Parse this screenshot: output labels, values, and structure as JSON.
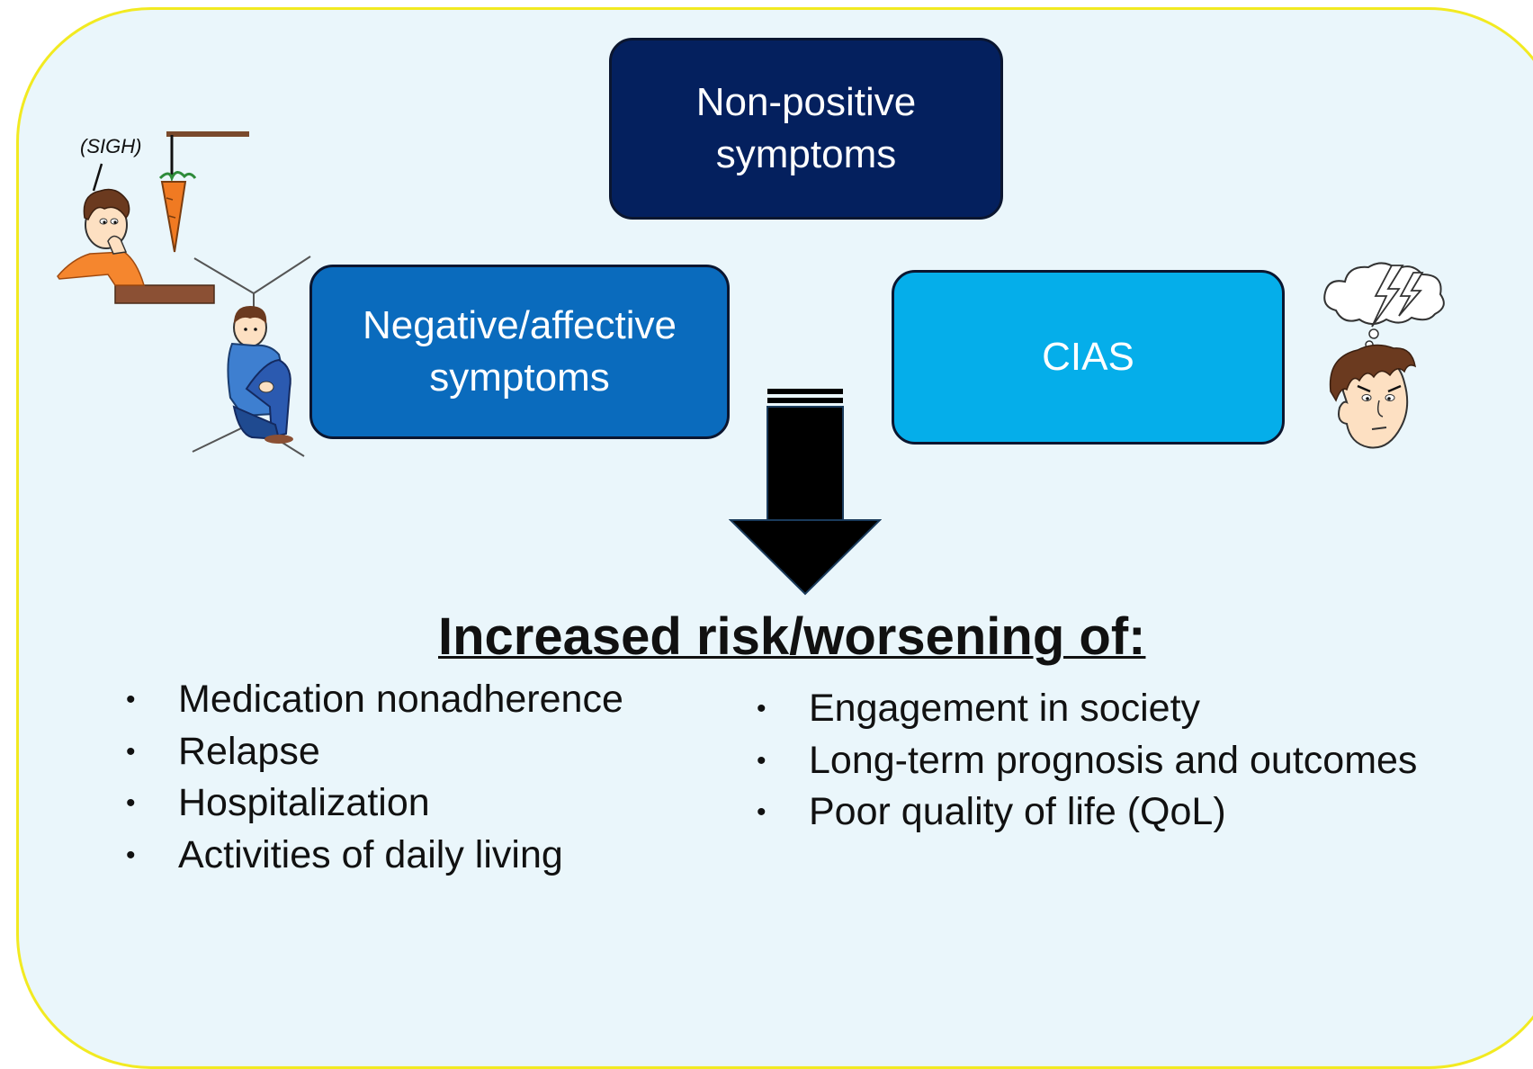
{
  "boxes": {
    "non_positive": "Non-positive\nsymptoms",
    "negative_affective": "Negative/affective\nsymptoms",
    "cias": "CIAS"
  },
  "illustration": {
    "sigh_text": "(SIGH)"
  },
  "heading": "Increased risk/worsening of:",
  "bullet_char": "•",
  "list_left": [
    "Medication nonadherence",
    "Relapse",
    "Hospitalization",
    "Activities of daily living"
  ],
  "list_right": [
    "Engagement in society",
    "Long-term prognosis and outcomes",
    "Poor quality of life (QoL)"
  ],
  "colors": {
    "panel_bg": "#eaf6fb",
    "panel_border": "#f2ea21",
    "box_dark_navy": "#04205e",
    "box_medium_blue": "#0a6bbd",
    "box_light_blue": "#05aeea",
    "arrow": "#000000"
  }
}
